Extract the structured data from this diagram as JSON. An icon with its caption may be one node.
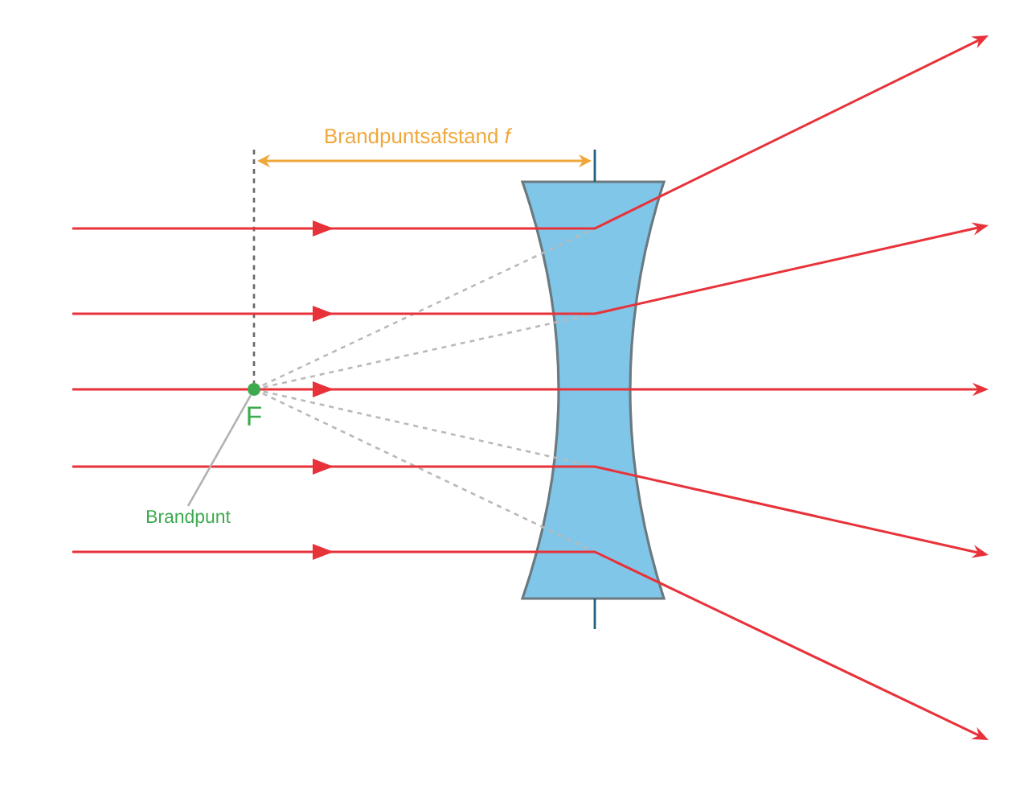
{
  "diagram": {
    "nodes": [
      {
        "text": [
          "Brandpunt"
        ]
      },
      {
        "text": [],
        "shape": "circle",
        "beside": [
          "F"
        ]
      }
    ],
    "edges": [
      {
        "from": 0,
        "to": 1,
        "arrow": "none"
      }
    ],
    "labels": [
      "Brandpuntsafstand *f*"
    ]
  }
}
